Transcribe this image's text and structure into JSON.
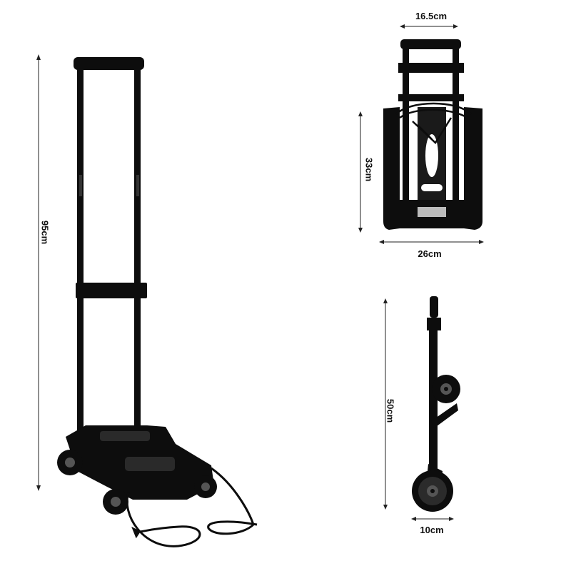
{
  "dimensions": {
    "height_open": "95cm",
    "top_width": "16.5cm",
    "folded_height": "33cm",
    "folded_width": "26cm",
    "side_height": "50cm",
    "wheel_depth": "10cm"
  },
  "colors": {
    "product": "#0d0d0d",
    "dimension_line": "#222222",
    "background": "#ffffff"
  }
}
